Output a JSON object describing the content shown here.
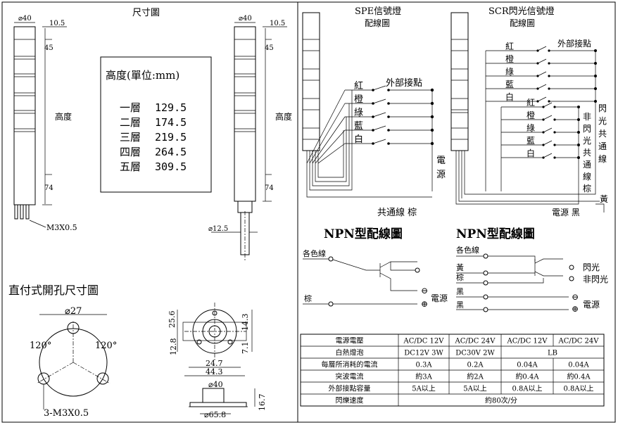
{
  "left": {
    "title": "尺寸圖",
    "dim_40": "⌀40",
    "dim_10_5": "10.5",
    "dim_45": "45",
    "height_label": "高度",
    "dim_74": "74",
    "screw": "M3X0.5",
    "dim_12_5": "⌀12.5",
    "height_box": {
      "title": "高度(單位:mm)",
      "rows": [
        {
          "label": "一層",
          "value": "129.5"
        },
        {
          "label": "二層",
          "value": "174.5"
        },
        {
          "label": "三層",
          "value": "219.5"
        },
        {
          "label": "四層",
          "value": "264.5"
        },
        {
          "label": "五層",
          "value": "309.5"
        }
      ]
    },
    "mount_title": "直付式開孔尺寸圖",
    "hole_27": "⌀27",
    "angle_l": "120°",
    "angle_r": "120°",
    "hole_screw": "3-M3X0.5",
    "dims": {
      "d25_6": "25.6",
      "d14_3": "14.3",
      "d12_8": "12.8",
      "d7_1": "7.1",
      "d24_7": "24.7",
      "d44_3": "44.3",
      "d40": "⌀40",
      "d65_8": "⌀65.8",
      "d16_7": "16.7"
    }
  },
  "spe": {
    "title1": "SPE信號燈",
    "title2": "配線圖",
    "colors": [
      "紅",
      "橙",
      "綠",
      "藍",
      "白"
    ],
    "ext": "外部接點",
    "power": "電源",
    "common": "共通線 棕"
  },
  "scr": {
    "title1": "SCR閃光信號燈",
    "title2": "配線圖",
    "colors_top": [
      "紅",
      "橙",
      "綠",
      "藍",
      "白"
    ],
    "colors_bottom": [
      "紅",
      "橙",
      "綠",
      "藍",
      "白"
    ],
    "ext": "外部接點",
    "flash_common": "閃光共通線",
    "nonflash_common": "非閃光共通線棕",
    "yellow": "黃",
    "power": "電源 黑"
  },
  "npn1": {
    "title": "NPN型配線圖",
    "each_color": "各色線",
    "brown": "棕",
    "minus": "⊖",
    "plus": "⊕",
    "power": "電源"
  },
  "npn2": {
    "title": "NPN型配線圖",
    "each_color": "各色線",
    "yellow": "黃",
    "brown": "棕",
    "black1": "黑",
    "black2": "黑",
    "flash": "閃光",
    "nonflash": "非閃光",
    "power": "電源",
    "minus": "⊖",
    "plus": "⊕"
  },
  "table": {
    "header": [
      "電源電壓",
      "AC/DC 12V",
      "AC/DC 24V",
      "AC/DC 12V",
      "AC/DC 24V"
    ],
    "rows": [
      [
        "白熱燈泡",
        "DC12V 3W",
        "DC30V 2W",
        "LB",
        ""
      ],
      [
        "每層所消耗的電流",
        "0.3A",
        "0.2A",
        "0.04A",
        "0.04A"
      ],
      [
        "突波電流",
        "約3A",
        "約2A",
        "約0.4A",
        "約0.4A"
      ],
      [
        "外部接點容量",
        "5A以上",
        "5A以上",
        "0.8A以上",
        "0.8A以上"
      ],
      [
        "閃爍速度",
        "約80次/分",
        "",
        "",
        ""
      ]
    ]
  }
}
